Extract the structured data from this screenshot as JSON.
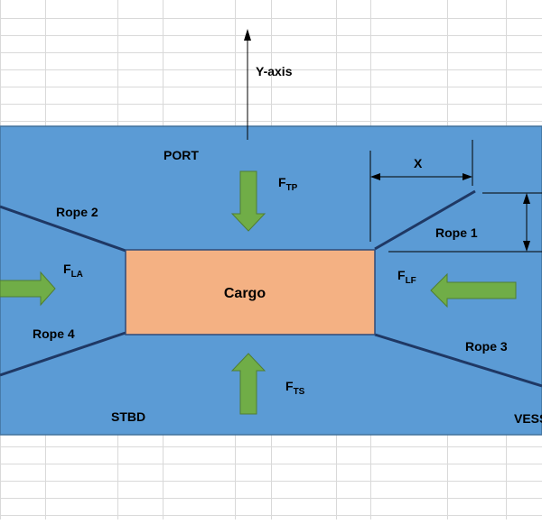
{
  "colors": {
    "grid": "#d9d9d9",
    "deck": "#5b9bd5",
    "deck_border": "#41719c",
    "cargo": "#f4b183",
    "cargo_border": "#2e4b78",
    "rope": "#1f3864",
    "arrow": "#70ad47",
    "arrow_border": "#507e32",
    "text": "#000000"
  },
  "labels": {
    "y_axis": "Y-axis",
    "port": "PORT",
    "stbd": "STBD",
    "vessel": "VESS",
    "cargo": "Cargo",
    "x_dim": "X",
    "rope_1": "Rope 1",
    "rope_2": "Rope 2",
    "rope_3": "Rope 3",
    "rope_4": "Rope 4"
  },
  "forces": {
    "tp": {
      "base": "F",
      "sub": "TP"
    },
    "ts": {
      "base": "F",
      "sub": "TS"
    },
    "la": {
      "base": "F",
      "sub": "LA"
    },
    "lf": {
      "base": "F",
      "sub": "LF"
    }
  }
}
